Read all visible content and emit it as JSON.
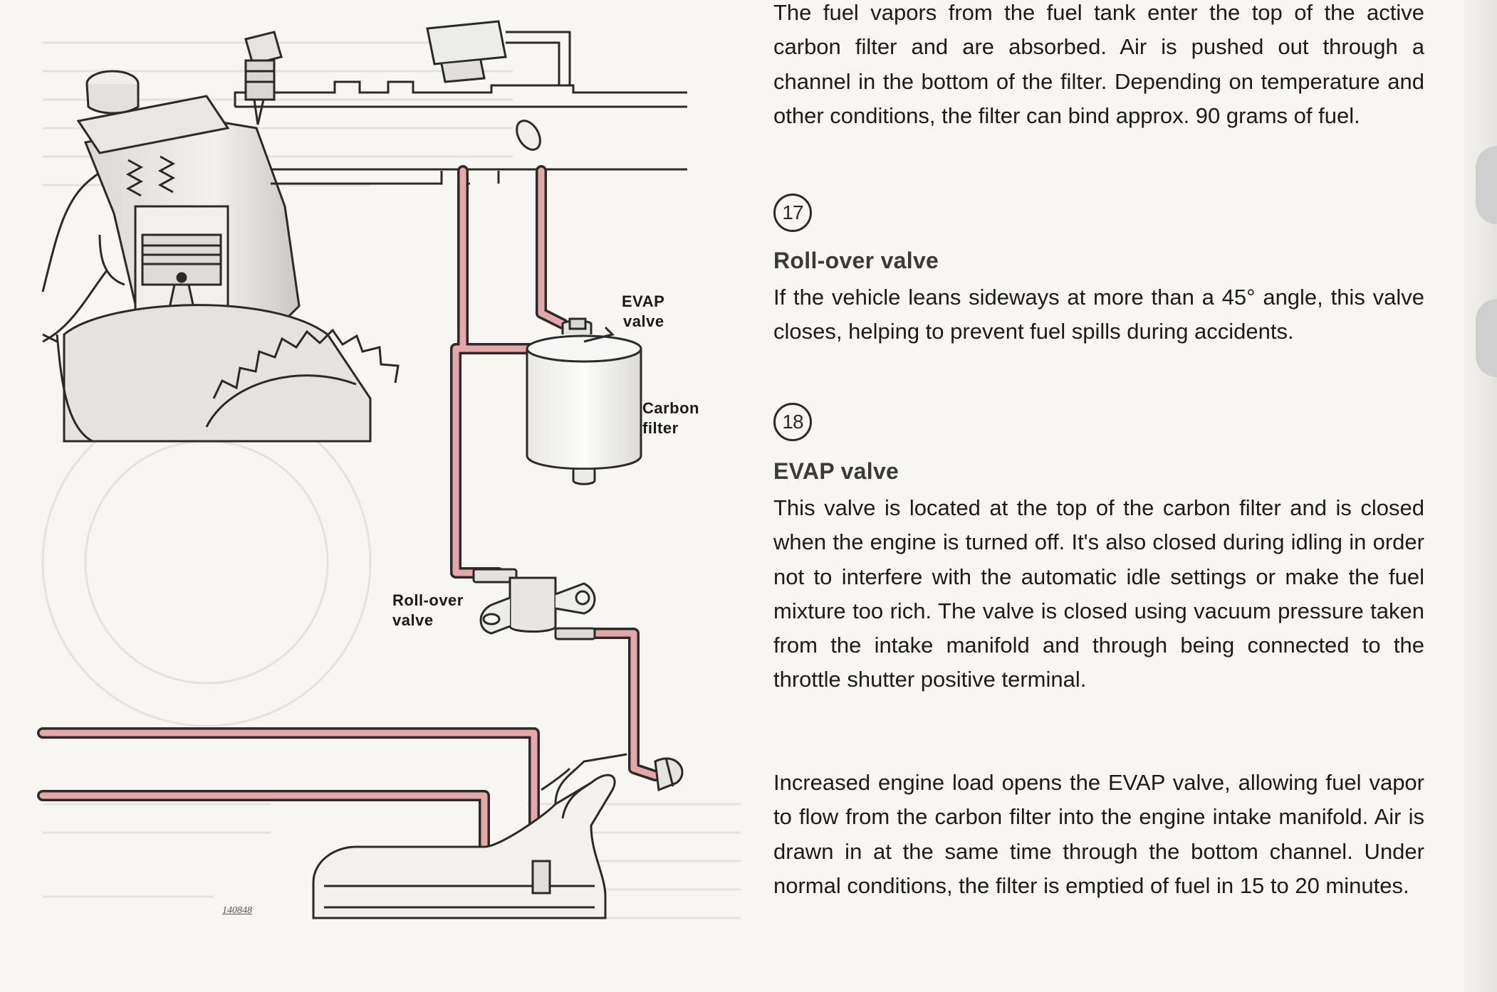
{
  "figure": {
    "labels": {
      "evap_valve": [
        "EVAP",
        "valve"
      ],
      "carbon_filter": [
        "Carbon",
        "filter"
      ],
      "rollover_valve": [
        "Roll-over",
        "valve"
      ]
    },
    "figure_id": "140848",
    "colors": {
      "vapor_line": "#e6a7a8",
      "outline": "#2a2a2a"
    }
  },
  "text": {
    "intro": "The fuel vapors from the fuel tank enter the top of the active carbon filter and are absorbed.  Air is pushed out through a channel in the bottom of the filter. Depending on temperature and other conditions, the filter can bind approx. 90 grams of fuel.",
    "section17": {
      "number": "17",
      "heading": "Roll-over valve",
      "body": "If the vehicle leans sideways at more than a 45° angle, this valve closes, helping to prevent fuel spills during accidents."
    },
    "section18": {
      "number": "18",
      "heading": "EVAP valve",
      "body": "This valve is located at the top of the carbon filter and is closed when the engine is turned off.  It's also closed during idling in order not to interfere with the automatic idle settings or make the fuel mixture too rich.  The valve is closed using vacuum pressure taken from the intake manifold and through being connected to the throttle shutter positive terminal."
    },
    "closing": "Increased engine load opens the EVAP valve, allowing fuel vapor to flow from the carbon filter into the engine intake manifold.  Air is drawn in at the same time through the bottom channel.  Under normal conditions, the filter is emptied of fuel in 15 to 20 minutes."
  }
}
